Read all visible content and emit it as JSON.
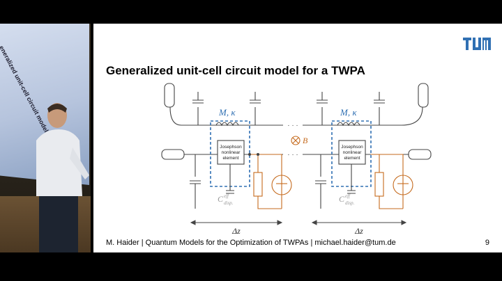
{
  "slide": {
    "title": "Generalized unit-cell circuit model for a TWPA",
    "footer": "M. Haider | Quantum Models for the Optimization of TWPAs | michael.haider@tum.de",
    "page_number": "9",
    "logo_text": "TUM",
    "logo_color": "#3070b3"
  },
  "circuit": {
    "inductor_label": "M, κ",
    "element_label_1": "Josephson",
    "element_label_2": "nonlinear",
    "element_label_3": "element",
    "capacitor_label": "C",
    "capacitor_sup": "eff",
    "capacitor_sub": "disp.",
    "length_label": "Δz",
    "field_label": "B",
    "ellipsis": "· · ·",
    "dashed_box_color": "#3070b3",
    "orange_color": "#c56a1d",
    "gray_color": "#999999"
  },
  "camera": {
    "screen_text": "eneralized unit-cell circuit model for a TWPA"
  }
}
